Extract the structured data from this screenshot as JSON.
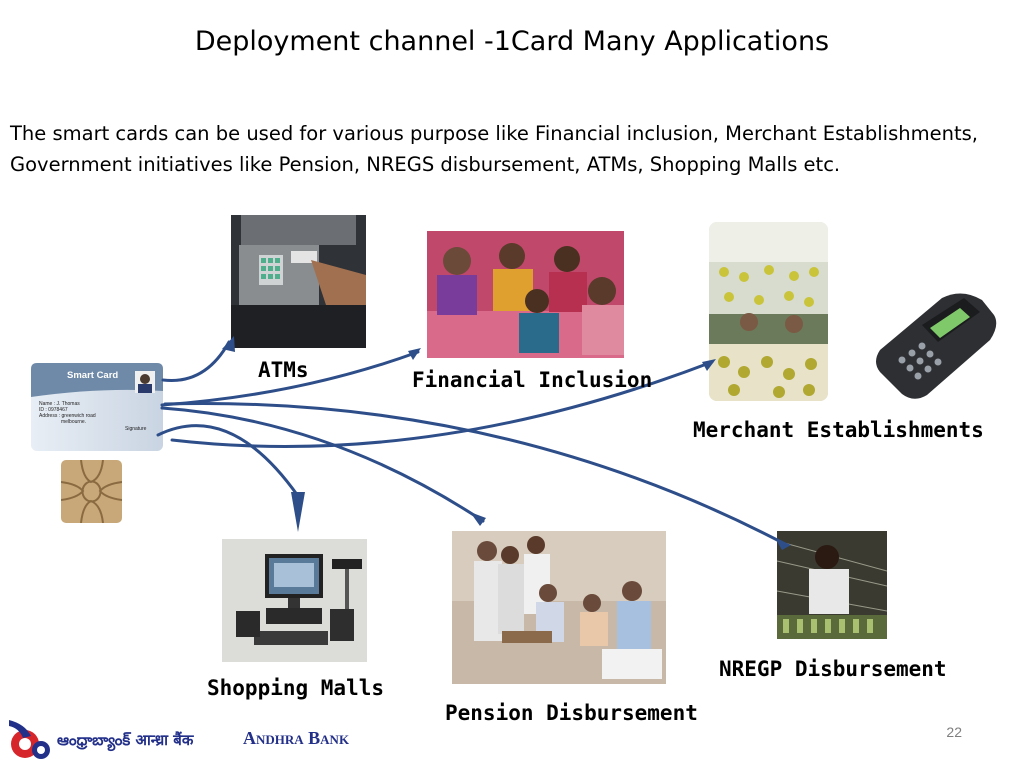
{
  "slide": {
    "title": "Deployment channel -1Card Many Applications",
    "intro": "The smart cards can be used for various purpose like Financial inclusion, Merchant Establishments, Government initiatives like Pension, NREGS disbursement, ATMs, Shopping Malls etc.",
    "page_number": "22"
  },
  "card": {
    "heading": "Smart Card",
    "lines": [
      "Name : J. Thomas",
      "ID : 0978467",
      "Address : greenwich road",
      "melbourne.",
      "Signature"
    ]
  },
  "labels": {
    "atms": "ATMs",
    "financial": "Financial Inclusion",
    "merchant": "Merchant Establishments",
    "shopping": "Shopping Malls",
    "pension": "Pension Disbursement",
    "nregp": "NREGP Disbursement"
  },
  "footer": {
    "bank_name": "Andhra Bank",
    "bank_script": "ఆంధ్రాబ్యాంక్ आन्ध्रा बैंक"
  },
  "colors": {
    "arrow": "#2e4e8a",
    "logo_red": "#d7262b",
    "logo_navy": "#23308a"
  }
}
